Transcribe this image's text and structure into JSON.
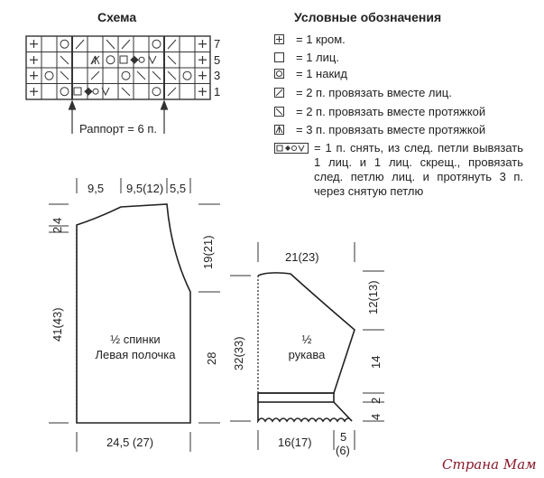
{
  "scheme": {
    "title": "Схема",
    "row_numbers": [
      "7",
      "5",
      "3",
      "1"
    ],
    "repeat_label": "Раппорт = 6 п."
  },
  "legend": {
    "title": "Условные обозначения",
    "items": [
      {
        "icon": "plus-box-icon",
        "text": "= 1 кром."
      },
      {
        "icon": "empty-box-icon",
        "text": "= 1 лиц."
      },
      {
        "icon": "circle-box-icon",
        "text": "= 1 накид"
      },
      {
        "icon": "slash-box-icon",
        "text": "= 2 п. провязать вместе лиц."
      },
      {
        "icon": "backslash-box-icon",
        "text": "= 2 п. провязать вместе протяжкой"
      },
      {
        "icon": "arrow-up-box-icon",
        "text": "= 3 п. провязать вместе протяжкой"
      }
    ],
    "multi": {
      "icon": "complex-stitch-icon",
      "text": "= 1 п. снять, из след. петли вывязать 1 лиц. и 1 лиц. скрещ., провязать след. петлю лиц. и протянуть 3 п. через снятую петлю"
    }
  },
  "back": {
    "label_line1": "½ спинки",
    "label_line2": "Левая полочка",
    "top_dims": [
      "9,5",
      "9,5(12)",
      "5,5"
    ],
    "left_dims": [
      "2",
      "4",
      "41(43)"
    ],
    "right_dims": [
      "19(21)",
      "28"
    ],
    "bottom_dim": "24,5 (27)"
  },
  "sleeve": {
    "label_line1": "½",
    "label_line2": "рукава",
    "top_dim": "21(23)",
    "left_dim": "32(33)",
    "right_dims": [
      "12(13)",
      "14",
      "2",
      "4"
    ],
    "bottom_dims": [
      "16(17)",
      "5",
      "(6)"
    ]
  },
  "watermark": "Страна Мам"
}
